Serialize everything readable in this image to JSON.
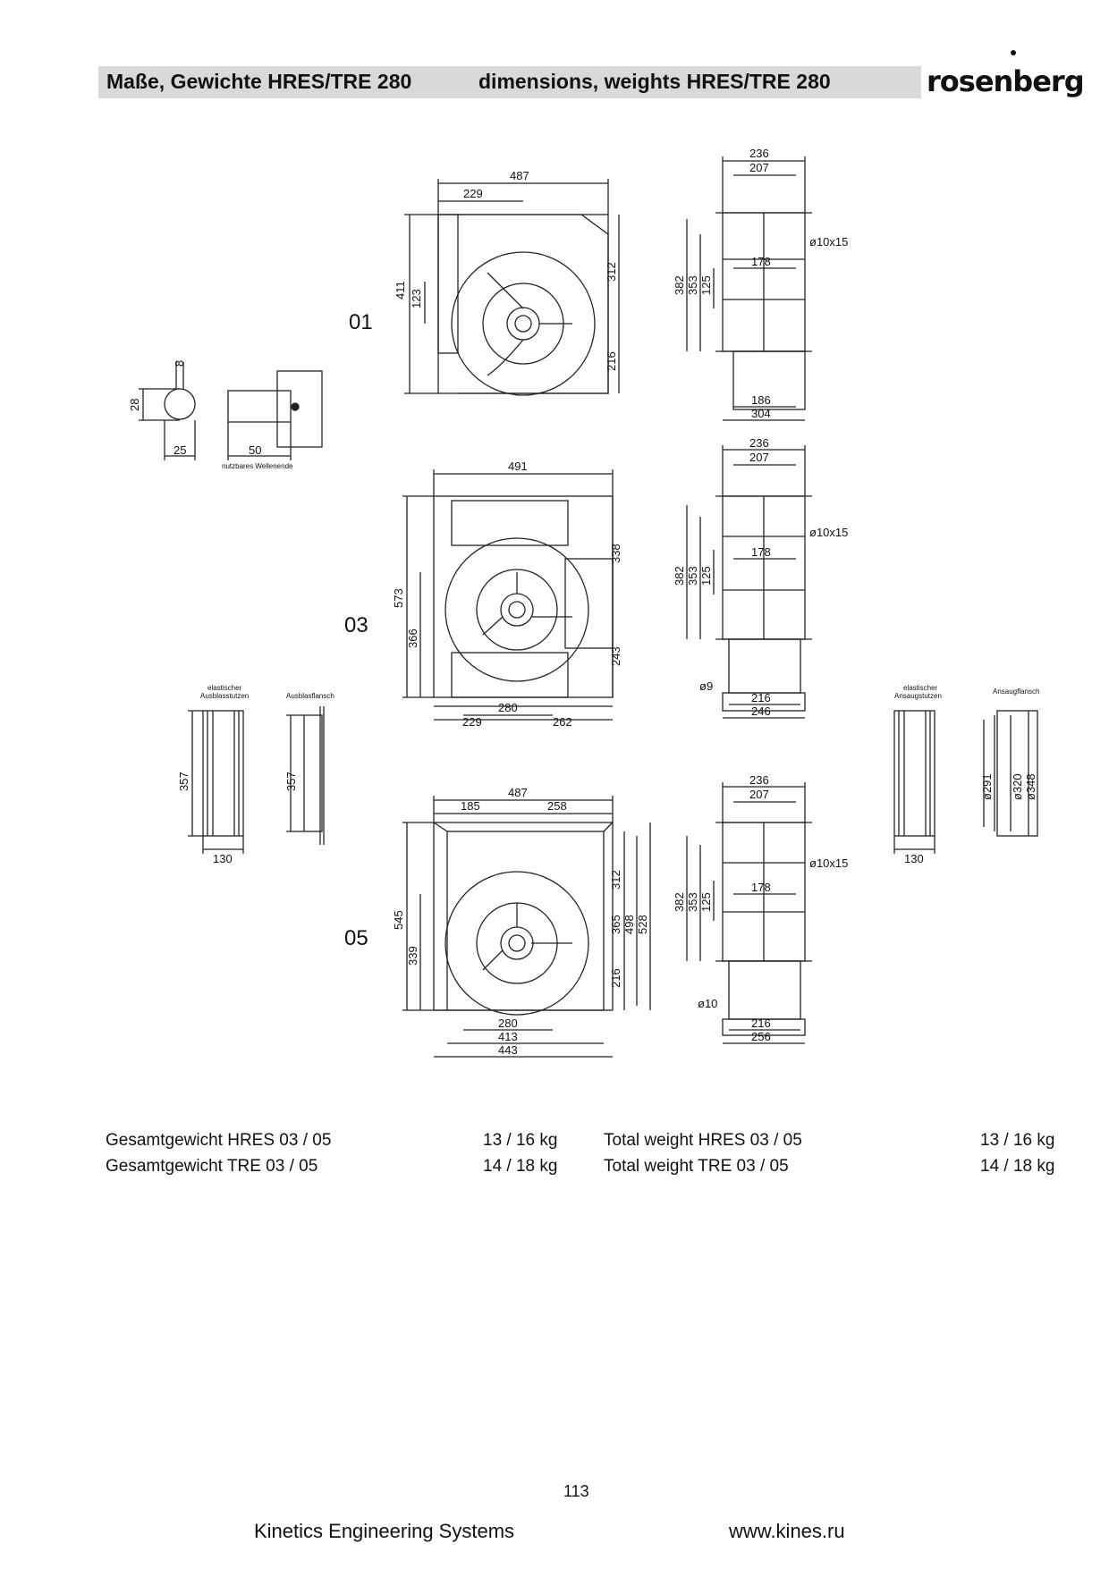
{
  "header": {
    "title_de": "Maße, Gewichte HRES/TRE 280",
    "title_en": "dimensions, weights HRES/TRE 280",
    "logo": "rosenberg"
  },
  "drawing": {
    "variants": [
      "01",
      "03",
      "05"
    ],
    "v01": {
      "front": [
        "487",
        "229",
        "411",
        "123",
        "312",
        "216"
      ],
      "side": [
        "236",
        "207",
        "382",
        "353",
        "125",
        "178",
        "ø10x15",
        "186",
        "304"
      ]
    },
    "v03": {
      "front": [
        "491",
        "573",
        "366",
        "338",
        "243",
        "280",
        "229",
        "262"
      ],
      "side": [
        "236",
        "207",
        "382",
        "353",
        "125",
        "178",
        "ø10x15",
        "ø9",
        "216",
        "246"
      ]
    },
    "v05": {
      "front": [
        "487",
        "185",
        "258",
        "545",
        "339",
        "312",
        "365",
        "498",
        "528",
        "216",
        "280",
        "413",
        "443"
      ],
      "side": [
        "236",
        "207",
        "382",
        "353",
        "125",
        "178",
        "ø10x15",
        "ø10",
        "216",
        "256"
      ]
    },
    "shaft": {
      "dims": [
        "8",
        "28",
        "25",
        "50"
      ],
      "note": "nutzbares Wellenende"
    },
    "outlet_flex": {
      "title1": "elastischer",
      "title2": "Ausblasstutzen",
      "dims": [
        "357",
        "130"
      ]
    },
    "outlet_flange": {
      "title": "Ausblasflansch",
      "dims": [
        "357"
      ]
    },
    "inlet_flex": {
      "title1": "elastischer",
      "title2": "Ansaugstutzen",
      "dims": [
        "130"
      ]
    },
    "inlet_flange": {
      "title": "Ansaugflansch",
      "dims": [
        "ø291",
        "ø320",
        "ø348"
      ]
    }
  },
  "weights": {
    "de_hres_label": "Gesamtgewicht HRES 03 / 05",
    "de_hres_value": "13 / 16 kg",
    "de_tre_label": "Gesamtgewicht TRE 03 / 05",
    "de_tre_value": "14 / 18 kg",
    "en_hres_label": "Total weight HRES  03 / 05",
    "en_hres_value": "13 / 16 kg",
    "en_tre_label": "Total weight TRE 03 / 05",
    "en_tre_value": "14 / 18 kg"
  },
  "footer": {
    "page": "113",
    "company": "Kinetics Engineering Systems",
    "website": "www.kines.ru"
  }
}
